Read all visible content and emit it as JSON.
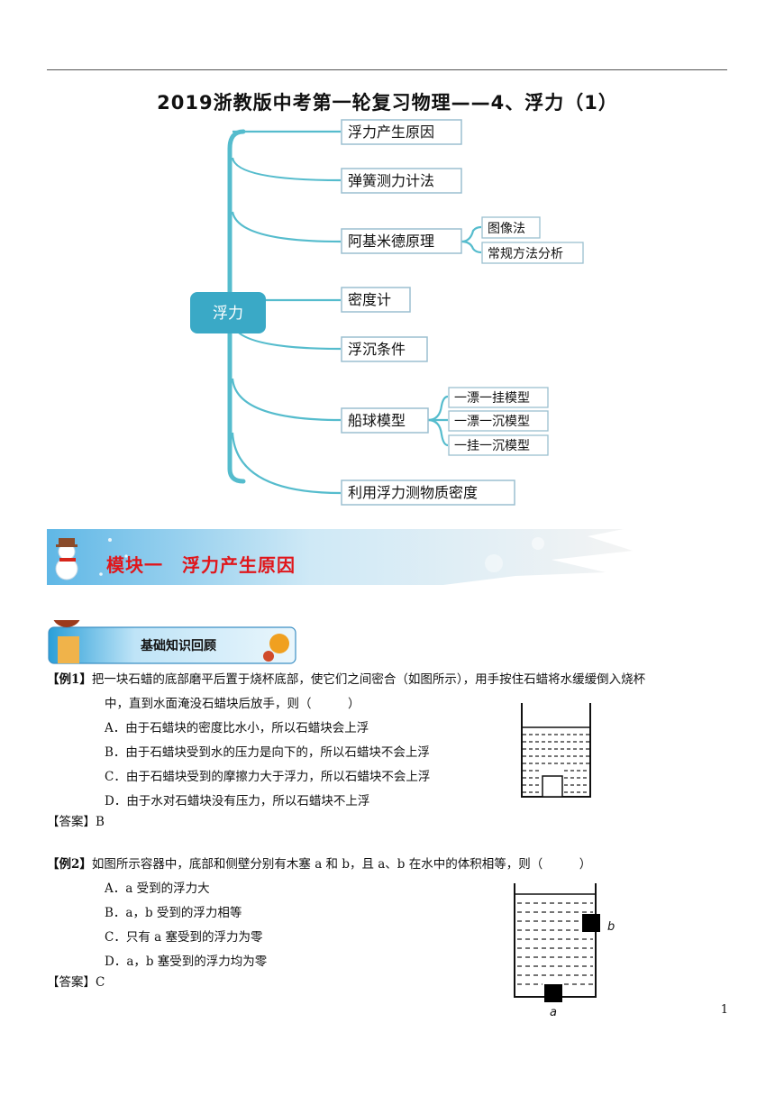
{
  "title": "2019浙教版中考第一轮复习物理——4、浮力（1）",
  "mindmap": {
    "root": "浮力",
    "branches": [
      "浮力产生原因",
      "弹簧测力计法",
      "阿基米德原理",
      "密度计",
      "浮沉条件",
      "船球模型",
      "利用浮力测物质密度"
    ],
    "archimedes_children": [
      "图像法",
      "常规方法分析"
    ],
    "ship_children": [
      "一漂一挂模型",
      "一漂一沉模型",
      "一挂一沉模型"
    ]
  },
  "module": {
    "title": "模块一　浮力产生原因",
    "subheading": "基础知识回顾"
  },
  "ex1": {
    "label": "【例1】",
    "stem1": "把一块石蜡的底部磨平后置于烧杯底部，使它们之间密合（如图所示），用手按住石蜡将水缓缓倒入烧杯",
    "stem2": "中，直到水面淹没石蜡块后放手，则（　　　）",
    "options": [
      "A．由于石蜡块的密度比水小，所以石蜡块会上浮",
      "B．由于石蜡块受到水的压力是向下的，所以石蜡块不会上浮",
      "C．由于石蜡块受到的摩擦力大于浮力，所以石蜡块不会上浮",
      "D．由于水对石蜡块没有压力，所以石蜡块不上浮"
    ],
    "answer": "【答案】B"
  },
  "ex2": {
    "label": "【例2】",
    "stem": "如图所示容器中，底部和侧壁分别有木塞 a 和 b，且 a、b 在水中的体积相等，则（　　　）",
    "options": [
      "A．a 受到的浮力大",
      "B．a，b 受到的浮力相等",
      "C．只有 a 塞受到的浮力为零",
      "D．a，b 塞受到的浮力均为零"
    ],
    "answer": "【答案】C",
    "label_a": "a",
    "label_b": "b"
  },
  "page_number": "1",
  "colors": {
    "branch": "#55bccd",
    "root": "#3aa9c6",
    "module_title": "#e0161b"
  }
}
